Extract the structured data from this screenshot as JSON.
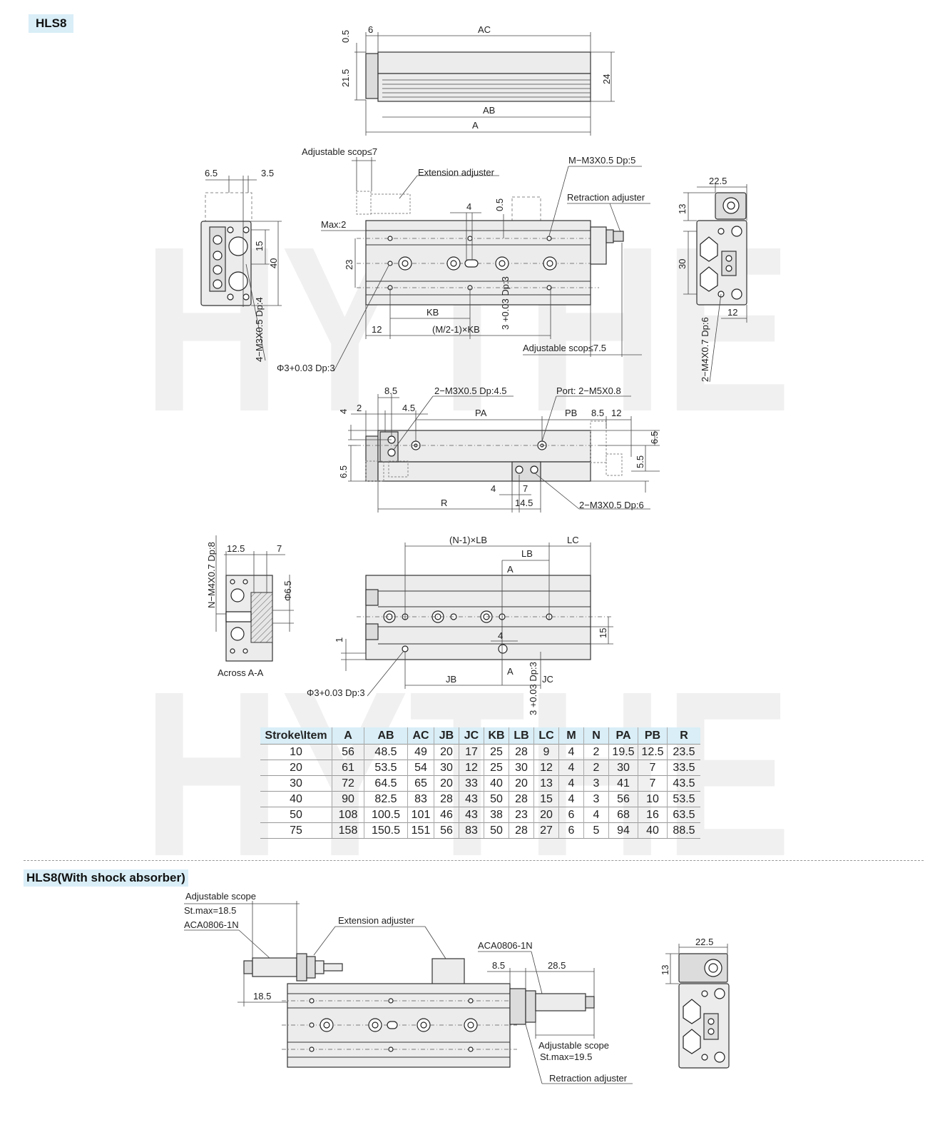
{
  "tags": {
    "top": "HLS8",
    "bottom": "HLS8(With shock absorber)"
  },
  "watermark": "HYTHE",
  "top_view": {
    "d_05": "0.5",
    "d_6": "6",
    "d_ac": "AC",
    "d_215": "21.5",
    "d_24": "24",
    "d_ab": "AB",
    "d_a": "A"
  },
  "main_view": {
    "adj_scope7": "Adjustable scop≤7",
    "ext_adj": "Extension adjuster",
    "m_thread": "M−M3X0.5 Dp:5",
    "retr_adj": "Retraction adjuster",
    "d_4": "4",
    "d_05": "0.5",
    "max2": "Max:2",
    "d_23": "23",
    "kb": "KB",
    "d_12": "12",
    "m2kb": "(M/2-1)×KB",
    "dp3": "3 +0.03 Dp:3",
    "adj_scope75": "Adjustable scop≤7.5",
    "phi3": "Φ3+0.03 Dp:3"
  },
  "left_view": {
    "d_65": "6.5",
    "d_35": "3.5",
    "d_15": "15",
    "d_40": "40",
    "thread": "4−M3X0.5 Dp:4"
  },
  "right_view": {
    "d_225": "22.5",
    "d_13": "13",
    "d_30": "30",
    "d_12": "12",
    "thread": "2−M4X0.7 Dp:6"
  },
  "side_view": {
    "d_85": "8.5",
    "d_2": "2",
    "d_45": "4.5",
    "d_4": "4",
    "thread1": "2−M3X0.5 Dp:4.5",
    "port": "Port: 2−M5X0.8",
    "pa": "PA",
    "pb": "PB",
    "d_85b": "8.5",
    "d_12": "12",
    "d_65a": "6.5",
    "d_65b": "6.5",
    "d_55": "5.5",
    "d_4b": "4",
    "d_7": "7",
    "r": "R",
    "d_145": "14.5",
    "thread2": "2−M3X0.5 Dp:6"
  },
  "section_view": {
    "thread": "N−M4X0.7 Dp:8",
    "d_125": "12.5",
    "d_7": "7",
    "phi65": "Φ6.5",
    "label": "Across A-A"
  },
  "bottom_view": {
    "n1lb": "(N-1)×LB",
    "lc": "LC",
    "lb": "LB",
    "a1": "A",
    "d_15": "15",
    "d_1": "1",
    "d_4": "4",
    "jb": "JB",
    "a2": "A",
    "jc": "JC",
    "phi3": "Φ3+0.03 Dp:3",
    "dp3": "3 +0.03 Dp:3"
  },
  "table": {
    "headers": [
      "Stroke\\Item",
      "A",
      "AB",
      "AC",
      "JB",
      "JC",
      "KB",
      "LB",
      "LC",
      "M",
      "N",
      "PA",
      "PB",
      "R"
    ],
    "rows": [
      [
        "10",
        "56",
        "48.5",
        "49",
        "20",
        "17",
        "25",
        "28",
        "9",
        "4",
        "2",
        "19.5",
        "12.5",
        "23.5"
      ],
      [
        "20",
        "61",
        "53.5",
        "54",
        "30",
        "12",
        "25",
        "30",
        "12",
        "4",
        "2",
        "30",
        "7",
        "33.5"
      ],
      [
        "30",
        "72",
        "64.5",
        "65",
        "20",
        "33",
        "40",
        "20",
        "13",
        "4",
        "3",
        "41",
        "7",
        "43.5"
      ],
      [
        "40",
        "90",
        "82.5",
        "83",
        "28",
        "43",
        "50",
        "28",
        "15",
        "4",
        "3",
        "56",
        "10",
        "53.5"
      ],
      [
        "50",
        "108",
        "100.5",
        "101",
        "46",
        "43",
        "38",
        "23",
        "20",
        "6",
        "4",
        "68",
        "16",
        "63.5"
      ],
      [
        "75",
        "158",
        "150.5",
        "151",
        "56",
        "83",
        "50",
        "28",
        "27",
        "6",
        "5",
        "94",
        "40",
        "88.5"
      ]
    ]
  },
  "shock_view": {
    "adj_scope": "Adjustable scope",
    "stmax1": "St.max=18.5",
    "model1": "ACA0806-1N",
    "ext_adj": "Extension adjuster",
    "d_185": "18.5",
    "model2": "ACA0806-1N",
    "d_85": "8.5",
    "d_285": "28.5",
    "adj_scope2": "Adjustable scope",
    "stmax2": "St.max=19.5",
    "retr_adj": "Retraction adjuster",
    "d_225": "22.5",
    "d_13": "13"
  }
}
